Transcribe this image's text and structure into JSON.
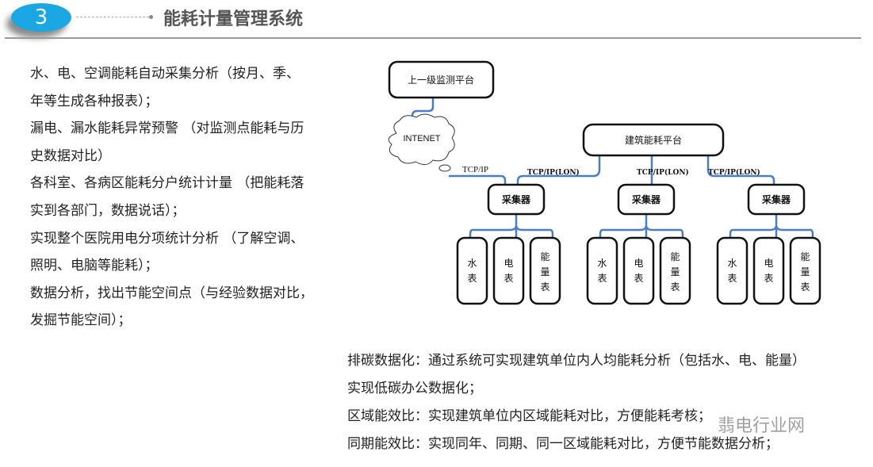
{
  "header": {
    "section_number": "3",
    "title": "能耗计量管理系统"
  },
  "left_text": [
    "水、电、空调能耗自动采集分析（按月、季、",
    "年等生成各种报表）；",
    "漏电、漏水能耗异常预警 （对监测点能耗与历",
    "史数据对比）",
    "各科室、各病区能耗分户统计计量 （把能耗落",
    "实到各部门，数据说话）；",
    "实现整个医院用电分项统计分析 （了解空调、",
    "照明、电脑等能耗）；",
    "数据分析，找出节能空间点（与经验数据对比，",
    "发掘节能空间）；"
  ],
  "diagram": {
    "upper_platform": "上一级监测平台",
    "internet": "INTENET",
    "tcp_ip": "TCP/IP",
    "building_platform": "建筑能耗平台",
    "link_label": "TCP/IP(LON)",
    "collector": "采集器",
    "meters": [
      [
        "水",
        "表"
      ],
      [
        "电",
        "表"
      ],
      [
        "能",
        "量",
        "表"
      ]
    ]
  },
  "bottom_text": [
    "排碳数据化：通过系统可实现建筑单位内人均能耗分析（包括水、电、能量）",
    "实现低碳办公数据化；",
    "区域能效比：实现建筑单位内区域能耗对比，方便能耗考核；",
    "同期能效比：实现同年、同期、同一区域能耗对比，方便节能数据分析；"
  ],
  "watermark": "翡电行业网"
}
